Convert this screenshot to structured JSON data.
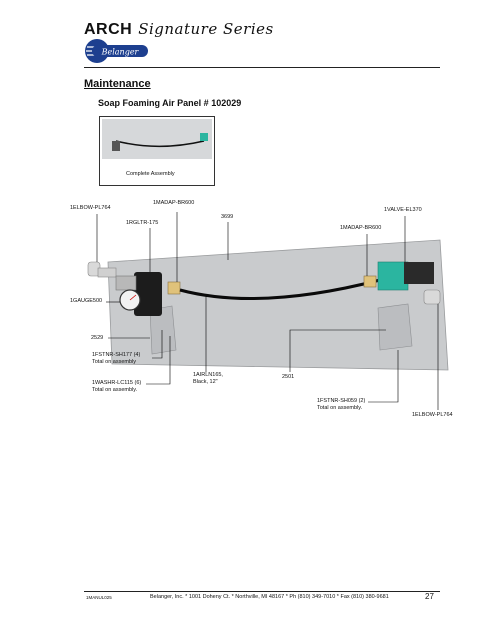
{
  "header": {
    "brand": "ARCH",
    "script": "Signature Series",
    "logo_text": "Belanger"
  },
  "section_title": "Maintenance",
  "subtitle": "Soap Foaming Air Panel # 102029",
  "inset_caption": "Complete Assembly",
  "labels": {
    "l1": "1ELBOW-PL764",
    "l2": "1MADAP-BR600",
    "l3": "1RGLTR-175",
    "l4": "3699",
    "l5": "1VALVE-EL370",
    "l6": "1MADAP-BR600",
    "l7": "1GAUGE500",
    "l8": "2529",
    "l9a": "1FSTNR-SH177 (4)",
    "l9b": "Total on assembly",
    "l10a": "1AIRLN165,",
    "l10b": "Black, 12\"",
    "l11": "2501",
    "l12a": "1WASHR-LC115 (6)",
    "l12b": "Total on assembly.",
    "l13a": "1FSTNR-SH059 (2)",
    "l13b": "Total on assembly.",
    "l14": "1ELBOW-PL764"
  },
  "footer": {
    "code": "1MANUL025",
    "text": "Belanger, Inc. * 1001 Doheny Ct. * Northville, MI 48167 * Ph (810) 349-7010 * Fax (810) 380-9681",
    "page": "27"
  },
  "colors": {
    "panel": "#c9cbcd",
    "valve": "#2bb5a0",
    "solenoid": "#2a2a2a"
  }
}
